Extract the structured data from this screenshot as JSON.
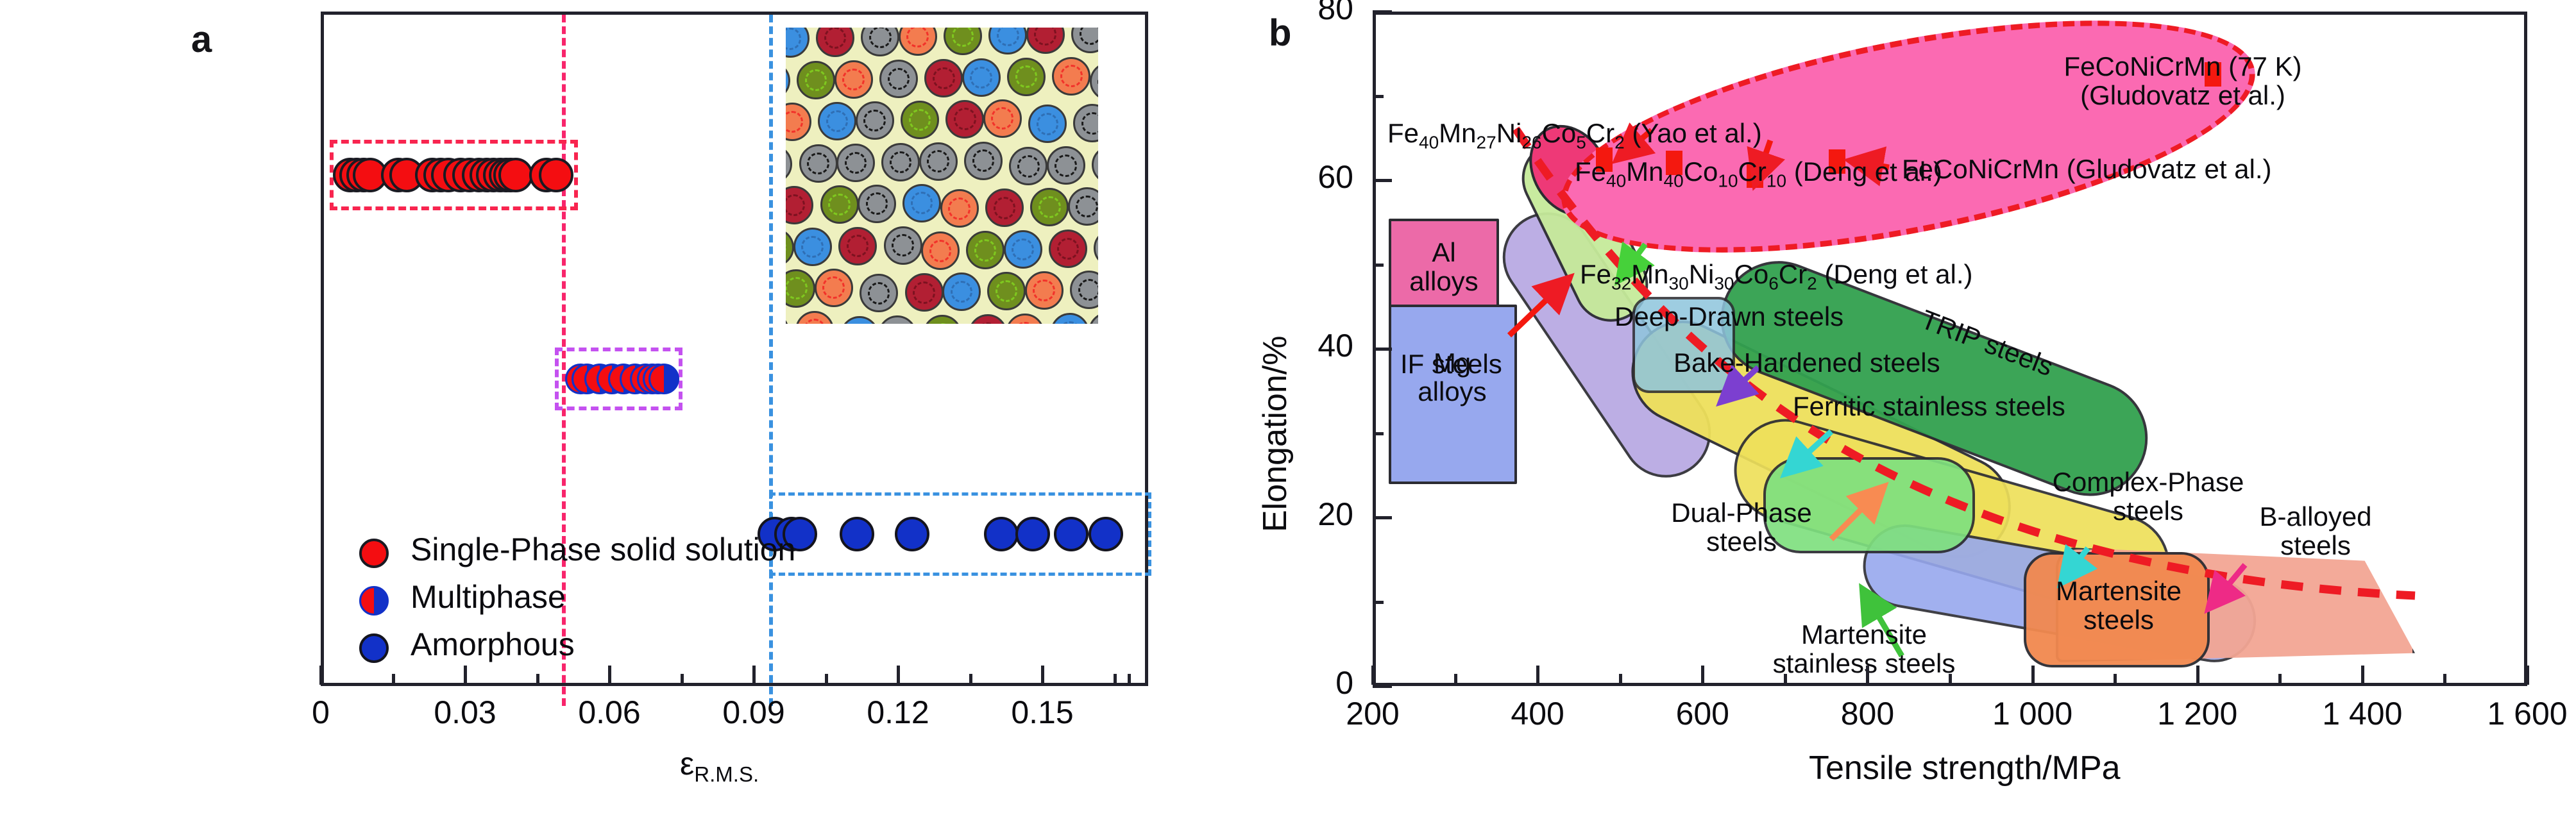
{
  "figure": {
    "panel_a_letter": "a",
    "panel_b_letter": "b"
  },
  "chart_data": [
    {
      "type": "scatter",
      "panel": "a",
      "title": "",
      "xlabel": "εR.M.S.",
      "xlabel_base": "ε",
      "xlabel_sub": "R.M.S.",
      "ylabel": "",
      "xlim": [
        0,
        0.172
      ],
      "xticks": [
        0,
        0.03,
        0.06,
        0.09,
        0.12,
        0.15
      ],
      "xticklabels": [
        "0",
        "0.03",
        "0.06",
        "0.09",
        "0.12",
        "0.15"
      ],
      "grid": false,
      "legend_position": "lower-left-inside",
      "series": [
        {
          "name": "Single-Phase solid solution",
          "marker": "filled-circle",
          "color": "#f40d11",
          "y_row": 1,
          "x": [
            0.0055,
            0.0068,
            0.0082,
            0.0096,
            0.0155,
            0.0172,
            0.0225,
            0.0243,
            0.0258,
            0.0284,
            0.0303,
            0.0322,
            0.0338,
            0.0352,
            0.0366,
            0.0378,
            0.0388,
            0.0398,
            0.0463,
            0.0482
          ]
        },
        {
          "name": "Multiphase",
          "marker": "half-filled-circle",
          "color": "#1231c8",
          "secondary_color": "#f40d11",
          "y_row": 2,
          "x": [
            0.0533,
            0.0546,
            0.0573,
            0.0598,
            0.0622,
            0.0646,
            0.0668,
            0.0682,
            0.0694,
            0.0706
          ]
        },
        {
          "name": "Amorphous",
          "marker": "filled-circle",
          "color": "#1231c8",
          "y_row": 3,
          "x": [
            0.0937,
            0.0972,
            0.0989,
            0.1108,
            0.1222,
            0.1408,
            0.1473,
            0.1553,
            0.1625
          ]
        }
      ],
      "boundary_lines": [
        {
          "name": "single-phase-boundary",
          "x": 0.0495,
          "color": "#f8256b",
          "style": "dashed"
        },
        {
          "name": "amorphous-boundary",
          "x": 0.0925,
          "color": "#3a92e0",
          "style": "dashed"
        }
      ],
      "group_boxes": [
        {
          "name": "single-phase-group",
          "color": "#f8254f"
        },
        {
          "name": "multiphase-group",
          "color": "#c451f0"
        },
        {
          "name": "amorphous-group",
          "color": "#3a92e0"
        }
      ],
      "inset": {
        "name": "lattice-distortion-schematic",
        "background": "#eef0bf"
      }
    },
    {
      "type": "scatter",
      "panel": "b",
      "title": "",
      "xlabel": "Tensile strength/MPa",
      "ylabel": "Elongation/%",
      "xlim": [
        200,
        1600
      ],
      "ylim": [
        0,
        80
      ],
      "xticks": [
        200,
        400,
        600,
        800,
        1000,
        1200,
        1400,
        1600
      ],
      "xticklabels": [
        "200",
        "400",
        "600",
        "800",
        "1 000",
        "1 200",
        "1 400",
        "1 600"
      ],
      "yticks": [
        0,
        20,
        40,
        60,
        80
      ],
      "yticklabels": [
        "0",
        "20",
        "40",
        "60",
        "80"
      ],
      "grid": false,
      "trend_line": {
        "name": "banana-curve",
        "color": "#ee1b24",
        "style": "dashed"
      },
      "hea_region": {
        "name": "high-entropy-alloy-region",
        "fill": "#fb6ab2",
        "border": "#ee1b24"
      },
      "hea_points": [
        {
          "label": "Fe40Mn27Ni26Co5Cr2 (Yao et al.)",
          "x": 430,
          "y": 57
        },
        {
          "label": "Fe40Mn40Co10Cr10 (Deng et al.)",
          "x": 510,
          "y": 57
        },
        {
          "label": "Fe32Mn30Ni30Co6Cr2 (Deng et al.)",
          "x": 640,
          "y": 55
        },
        {
          "label": "FeCoNiCrMn (Gludovatz et al.)",
          "x": 760,
          "y": 57
        },
        {
          "label": "FeCoNiCrMn (77 K) (Gludovatz et al.)",
          "x": 1300,
          "y": 70
        }
      ],
      "material_regions": [
        {
          "name": "Al alloys",
          "color": "#ec6aa8"
        },
        {
          "name": "Mg alloys",
          "color": "#97a8ee"
        },
        {
          "name": "IF steels",
          "color": "#ee3977"
        },
        {
          "name": "Deep-Drawn steels",
          "color": "#c6ea9a"
        },
        {
          "name": "Bake-Hardened steels",
          "color": "#b7a8e2"
        },
        {
          "name": "Ferritic stainless steels",
          "color": "#eee05b"
        },
        {
          "name": "TRIP steels",
          "color": "#32a14f"
        },
        {
          "name": "Dual-Phase steels",
          "color": "#eee05b"
        },
        {
          "name": "Martensite stainless steels",
          "color": "#7fe07f"
        },
        {
          "name": "Complex-Phase steels",
          "color": "#8fc5dd"
        },
        {
          "name": "Martensite steels",
          "color": "#f2894f"
        },
        {
          "name": "B-alloyed steels",
          "color": "#f3a694"
        }
      ]
    }
  ],
  "panel_a": {
    "letter": "a",
    "xaxis": {
      "label_base": "ε",
      "label_sub": "R.M.S.",
      "ticks": [
        "0",
        "0.03",
        "0.06",
        "0.09",
        "0.12",
        "0.15"
      ]
    },
    "legend": [
      {
        "label": "Single-Phase solid solution",
        "marker": "red-circle"
      },
      {
        "label": "Multiphase",
        "marker": "half-red-blue-circle"
      },
      {
        "label": "Amorphous",
        "marker": "blue-circle"
      }
    ]
  },
  "panel_b": {
    "letter": "b",
    "xaxis": {
      "label": "Tensile strength/MPa",
      "ticks": [
        "200",
        "400",
        "600",
        "800",
        "1 000",
        "1 200",
        "1 400",
        "1 600"
      ]
    },
    "yaxis": {
      "label": "Elongation/%",
      "ticks": [
        "0",
        "20",
        "40",
        "60",
        "80"
      ]
    },
    "annotations": {
      "hea1_pre": "Fe",
      "hea1": "Fe40Mn27Ni26Co5Cr2 (Yao et al.)",
      "hea2": "Fe40Mn40Co10Cr10 (Deng et al.)",
      "hea3": "Fe32Mn30Ni30Co6Cr2 (Deng et al.)",
      "hea4": "FeCoNiCrMn (Gludovatz et al.)",
      "hea5_line1": "FeCoNiCrMn (77 K)",
      "hea5_line2": "(Gludovatz et al.)",
      "if_steels": "IF steels",
      "deep_drawn": "Deep-Drawn steels",
      "bake_hardened": "Bake-Hardened steels",
      "ferritic": "Ferritic stainless steels",
      "trip": "TRIP steels",
      "dual_phase_l1": "Dual-Phase",
      "dual_phase_l2": "steels",
      "martensite_ss_l1": "Martensite",
      "martensite_ss_l2": "stainless steels",
      "complex_phase_l1": "Complex-Phase",
      "complex_phase_l2": "steels",
      "martensite_l1": "Martensite",
      "martensite_l2": "steels",
      "b_alloyed_l1": "B-alloyed",
      "b_alloyed_l2": "steels",
      "al_alloys_l1": "Al",
      "al_alloys_l2": "alloys",
      "mg_alloys_l1": "Mg",
      "mg_alloys_l2": "alloys"
    }
  }
}
